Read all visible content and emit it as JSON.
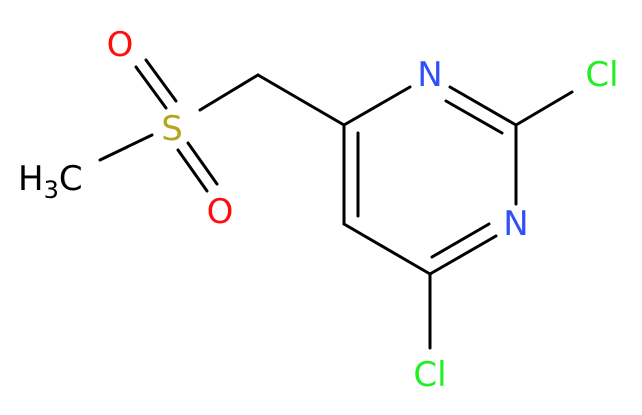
{
  "molecule": {
    "atoms": {
      "o_top": "O",
      "o_bottom": "O",
      "s": "S",
      "methyl_h": "H",
      "methyl_sub": "3",
      "methyl_c": "C",
      "n_top": "N",
      "n_right": "N",
      "cl_top": "Cl",
      "cl_bottom": "Cl"
    },
    "colors": {
      "bond": "#000000",
      "oxygen": "#ff0d0d",
      "sulfur": "#b2a81f",
      "nitrogen": "#3050f8",
      "chlorine": "#1ff01f",
      "carbon": "#000000"
    }
  }
}
